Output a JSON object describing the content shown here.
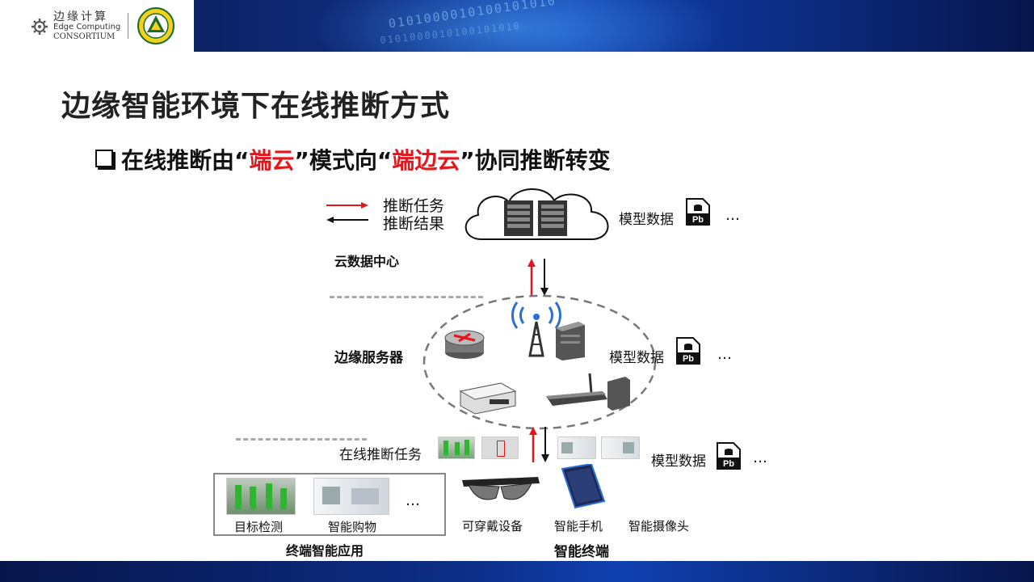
{
  "header": {
    "logo_cn": "边缘计算",
    "logo_en_line1": "Edge Computing",
    "logo_en_line2": "CONSORTIUM",
    "digits": "0101000010100101010"
  },
  "title": "边缘智能环境下在线推断方式",
  "subtitle": {
    "part1": "在线推断由“",
    "red1": "端云",
    "part2": "”模式向“",
    "red2": "端边云",
    "part3": "”协同推断转变"
  },
  "legend": {
    "task": "推断任务",
    "result": "推断结果",
    "task_arrow_color": "#e3161b",
    "result_arrow_color": "#111111"
  },
  "tiers": {
    "cloud": "云数据中心",
    "edge": "边缘服务器",
    "online_task": "在线推断任务"
  },
  "model_data": {
    "cloud": "模型数据",
    "edge": "模型数据",
    "device": "模型数据",
    "file_icon_text": "Pb",
    "ellipsis": "…"
  },
  "devices": {
    "wearable": "可穿戴设备",
    "phone": "智能手机",
    "camera": "智能摄像头",
    "group_label": "智能终端"
  },
  "apps": {
    "detection": "目标检测",
    "shopping": "智能购物",
    "ellipsis": "…",
    "group_label": "终端智能应用"
  }
}
